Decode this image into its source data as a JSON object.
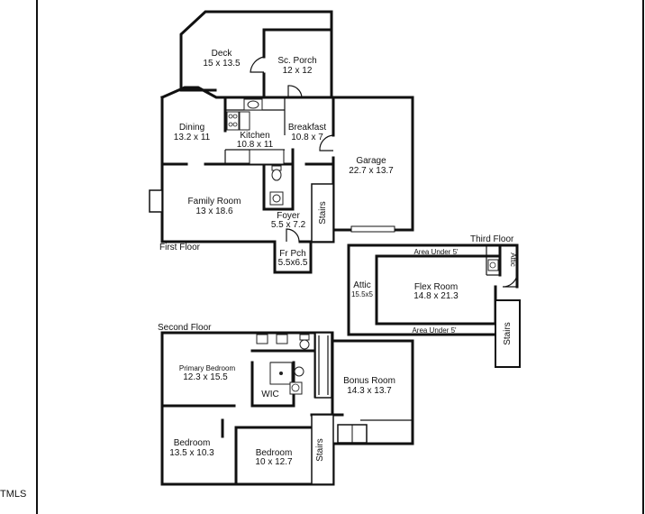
{
  "floors": {
    "first": "First Floor",
    "second": "Second Floor",
    "third": "Third Floor"
  },
  "rooms": {
    "deck": {
      "name": "Deck",
      "dims": "15 x 13.5"
    },
    "sc_porch": {
      "name": "Sc. Porch",
      "dims": "12 x 12"
    },
    "dining": {
      "name": "Dining",
      "dims": "13.2 x 11"
    },
    "kitchen": {
      "name": "Kitchen",
      "dims": "10.8 x 11"
    },
    "breakfast": {
      "name": "Breakfast",
      "dims": "10.8 x 7"
    },
    "garage": {
      "name": "Garage",
      "dims": "22.7 x 13.7"
    },
    "family_room": {
      "name": "Family Room",
      "dims": "13 x 18.6"
    },
    "foyer": {
      "name": "Foyer",
      "dims": "5.5 x 7.2"
    },
    "fr_pch": {
      "name": "Fr Pch",
      "dims": "5.5x6.5"
    },
    "stairs_first": {
      "name": "Stairs"
    },
    "attic_left": {
      "name": "Attic",
      "dims": "15.5x5"
    },
    "attic_right": {
      "name": "Attic"
    },
    "flex_room": {
      "name": "Flex Room",
      "dims": "14.8 x 21.3"
    },
    "area_under_top": {
      "name": "Area Under 5'"
    },
    "area_under_bottom": {
      "name": "Area Under 5'"
    },
    "stairs_third": {
      "name": "Stairs"
    },
    "primary_bedroom": {
      "name": "Primary Bedroom",
      "dims": "12.3 x 15.5"
    },
    "wic": {
      "name": "WIC"
    },
    "bonus_room": {
      "name": "Bonus Room",
      "dims": "14.3 x 13.7"
    },
    "bedroom_left": {
      "name": "Bedroom",
      "dims": "13.5 x 10.3"
    },
    "bedroom_right": {
      "name": "Bedroom",
      "dims": "10 x 12.7"
    },
    "stairs_second": {
      "name": "Stairs"
    }
  },
  "logo": {
    "text": "TMLS"
  }
}
